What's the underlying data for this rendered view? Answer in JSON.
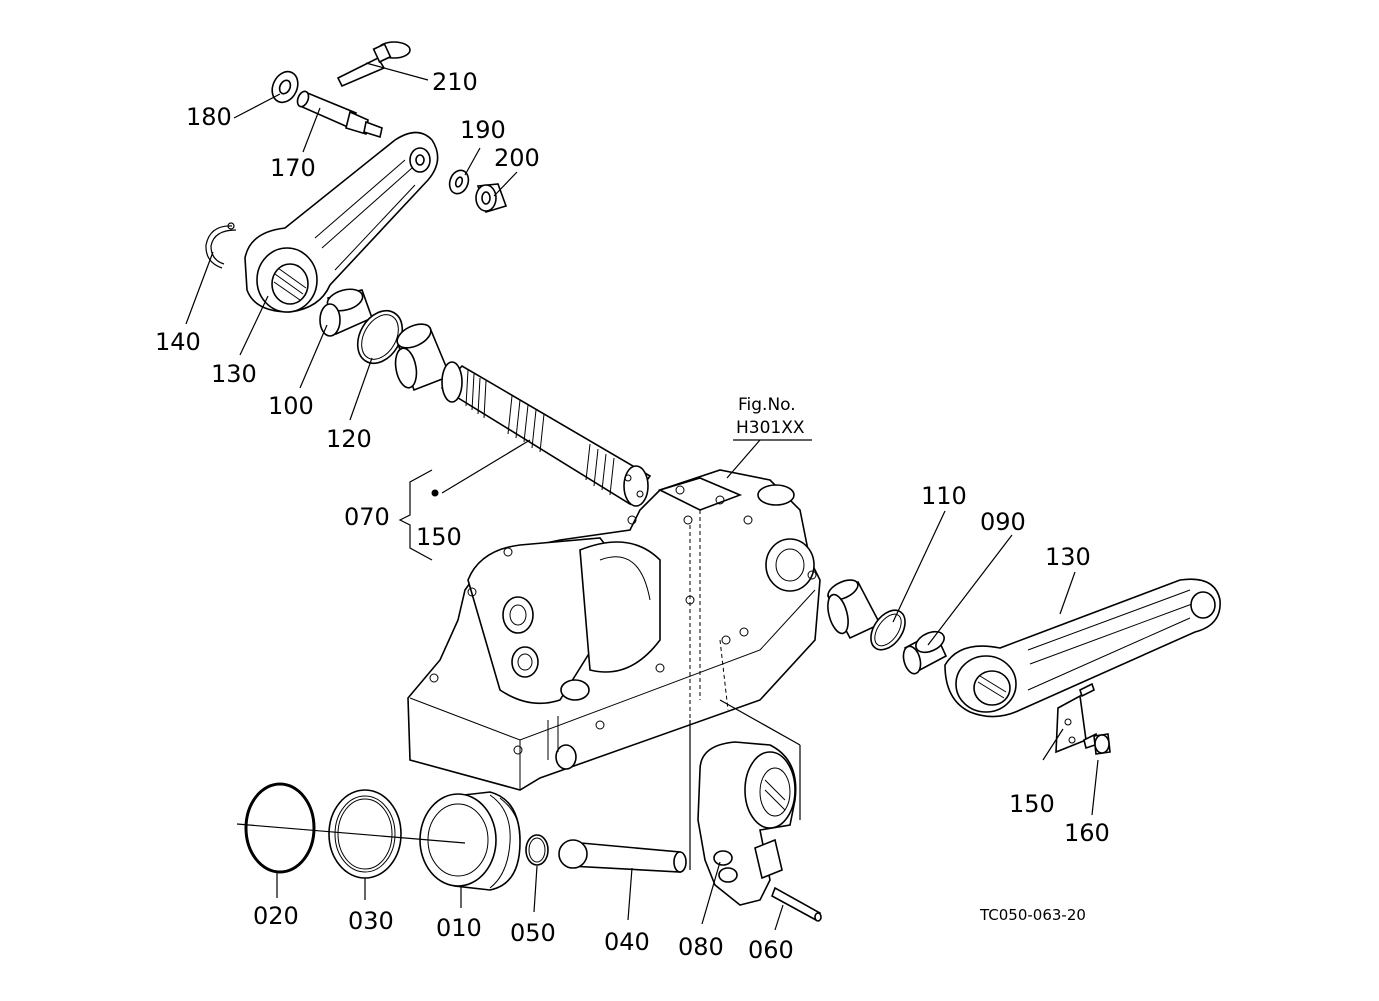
{
  "figure": {
    "fig_no_label": "Fig.No.",
    "fig_no_value": "H301XX",
    "drawing_code": "TC050-063-20"
  },
  "labels": {
    "p210": "210",
    "p180": "180",
    "p170": "170",
    "p190": "190",
    "p200": "200",
    "p140": "140",
    "p130_left": "130",
    "p100": "100",
    "p120": "120",
    "p070": "070",
    "p150_group": "150",
    "p110": "110",
    "p090": "090",
    "p130_right": "130",
    "p150": "150",
    "p160": "160",
    "p020": "020",
    "p030": "030",
    "p010": "010",
    "p050": "050",
    "p040": "040",
    "p080": "080",
    "p060": "060"
  }
}
